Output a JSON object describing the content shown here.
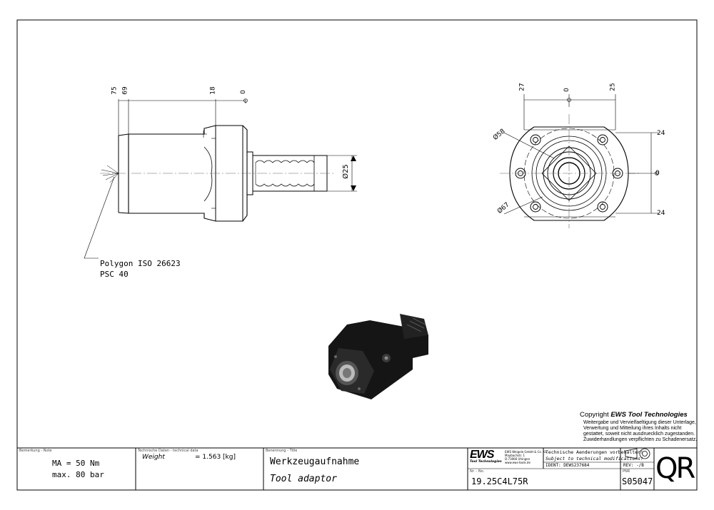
{
  "views": {
    "side_dims": {
      "d75": "75",
      "d69": "69",
      "d18": "18",
      "d0": "0",
      "dia25": "Ø25"
    },
    "front_dims": {
      "d27": "27",
      "d0": "0",
      "d25": "25",
      "dia58": "Ø58",
      "dia67": "Ø67",
      "r24_top": "24",
      "r0": "0",
      "r24_bot": "24"
    },
    "callout": {
      "line1": "Polygon ISO 26623",
      "line2": "PSC 40"
    }
  },
  "copyright": {
    "prefix": "Copyright ",
    "brand": "EWS Tool Technologies",
    "lines": [
      "Weitergabe und Vervielfaeltigung dieser Unterlage,",
      "Verwertung und Mitteilung ihres Inhalts nicht",
      "gestattet, soweit nicht ausdruecklich zugestanden.",
      "Zuwiderhandlungen verpflichten zu Schadenersatz."
    ]
  },
  "title_block": {
    "note_header": "Bemerkung - Note",
    "note_line1": "MA = 50 Nm",
    "note_line2": "max. 80 bar",
    "techdata_header": "Technische Daten - technical data",
    "weight_label": "Weight",
    "weight_value": "= 1.563 [kg]",
    "title_header": "Benennung - Title",
    "title_de": "Werkzeugaufnahme",
    "title_en": "Tool adaptor",
    "logo_text": "EWS",
    "logo_sub": "Tool Technologies",
    "company_lines": [
      "EWS Weigele GmbH & Co. KG",
      "Maybachstr. 1",
      "D-73066 Uhingen",
      "www.ews-tools.de"
    ],
    "tech_change_de": "Technische Aenderungen vorbehalten!",
    "tech_change_en": "Subject to technical modifications!",
    "ident": "IDENT: DEWS237684",
    "rev": "REV: -/B",
    "nr_label": "Nr. - No.",
    "part_no": "19.25C4L75R",
    "pnr_label": "PNR",
    "pnr": "S05047",
    "qr": "QR"
  },
  "colors": {
    "line": "#000000",
    "center": "#666666"
  }
}
